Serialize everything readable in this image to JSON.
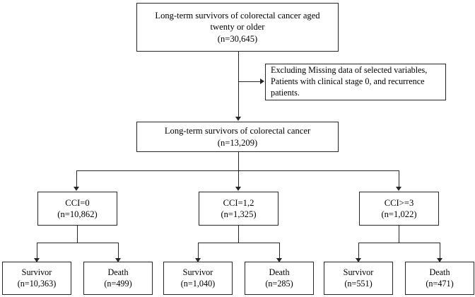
{
  "figure": {
    "type": "flowchart",
    "orientation": "top-down",
    "description": "Study participant selection flow diagram for long-term survivors of colorectal cancer"
  },
  "nodes": {
    "cohort_initial": {
      "line1": "Long-term survivors of colorectal cancer aged",
      "line2": "twenty or older",
      "line3": "(n=30,645)"
    },
    "exclusion": {
      "text": "Excluding Missing data of selected variables, Patients with clinical stage 0, and recurrence patients."
    },
    "cohort_final": {
      "line1": "Long-term survivors of colorectal cancer",
      "line2": "(n=13,209)"
    },
    "cci_0": {
      "line1": "CCI=0",
      "line2": "(n=10,862)"
    },
    "cci_12": {
      "line1": "CCI=1,2",
      "line2": "(n=1,325)"
    },
    "cci_3plus": {
      "line1": "CCI>=3",
      "line2": "(n=1,022)"
    },
    "cci_0_survivor": {
      "line1": "Survivor",
      "line2": "(n=10,363)"
    },
    "cci_0_death": {
      "line1": "Death",
      "line2": "(n=499)"
    },
    "cci_12_survivor": {
      "line1": "Survivor",
      "line2": "(n=1,040)"
    },
    "cci_12_death": {
      "line1": "Death",
      "line2": "(n=285)"
    },
    "cci_3plus_survivor": {
      "line1": "Survivor",
      "line2": "(n=551)"
    },
    "cci_3plus_death": {
      "line1": "Death",
      "line2": "(n=471)"
    }
  },
  "chart_data": {
    "type": "flowchart",
    "title": "Long-term survivors of colorectal cancer cohort flow",
    "levels": [
      {
        "level": 0,
        "items": [
          {
            "label": "Long-term survivors of colorectal cancer aged twenty or older",
            "n": 30645
          }
        ]
      },
      {
        "level": 1,
        "items": [
          {
            "label": "Excluding Missing data of selected variables, Patients with clinical stage 0, and recurrence patients.",
            "n": null,
            "role": "exclusion"
          }
        ]
      },
      {
        "level": 2,
        "items": [
          {
            "label": "Long-term survivors of colorectal cancer",
            "n": 13209
          }
        ]
      },
      {
        "level": 3,
        "items": [
          {
            "label": "CCI=0",
            "n": 10862
          },
          {
            "label": "CCI=1,2",
            "n": 1325
          },
          {
            "label": "CCI>=3",
            "n": 1022
          }
        ]
      },
      {
        "level": 4,
        "items": [
          {
            "label": "Survivor",
            "n": 10363,
            "parent": "CCI=0"
          },
          {
            "label": "Death",
            "n": 499,
            "parent": "CCI=0"
          },
          {
            "label": "Survivor",
            "n": 1040,
            "parent": "CCI=1,2"
          },
          {
            "label": "Death",
            "n": 285,
            "parent": "CCI=1,2"
          },
          {
            "label": "Survivor",
            "n": 551,
            "parent": "CCI>=3"
          },
          {
            "label": "Death",
            "n": 471,
            "parent": "CCI>=3"
          }
        ]
      }
    ],
    "colors": {
      "stroke": "#262626",
      "fill": "#ffffff",
      "text": "#000000"
    }
  }
}
